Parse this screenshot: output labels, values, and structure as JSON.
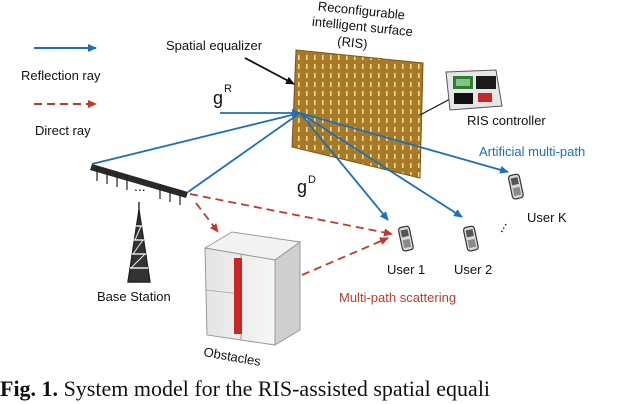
{
  "legend": {
    "reflection_label": "Reflection ray",
    "direct_label": "Direct ray",
    "reflection_color": "#1f6fb5",
    "direct_color": "#c0392b"
  },
  "labels": {
    "ris_line1": "Reconfigurable",
    "ris_line2": "intelligent surface",
    "ris_line3": "(RIS)",
    "spatial_equalizer": "Spatial equalizer",
    "ris_controller": "RIS controller",
    "g_r": "g",
    "g_r_sup": "R",
    "g_d": "g",
    "g_d_sup": "D",
    "artificial_multipath": "Artificial multi-path",
    "multipath_scattering": "Multi-path scattering",
    "base_station": "Base Station",
    "obstacles": "Obstacles",
    "user1": "User 1",
    "user2": "User 2",
    "userk": "User K",
    "bs_dots": "...",
    "user_dots": "..."
  },
  "caption": {
    "figure_label": "Fig. 1.",
    "text": "System model for the RIS-assisted spatial equali"
  },
  "colors": {
    "ris_surface": "#b8862e",
    "ris_element": "#e8d28a",
    "multipath_label": "#c0392b",
    "artificial_label": "#1f6fb5"
  }
}
